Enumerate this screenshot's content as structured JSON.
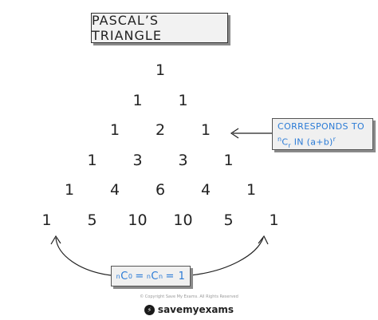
{
  "title": "PASCAL’S  TRIANGLE",
  "rows": [
    [
      "1"
    ],
    [
      "1",
      "1"
    ],
    [
      "1",
      "2",
      "1"
    ],
    [
      "1",
      "3",
      "3",
      "1"
    ],
    [
      "1",
      "4",
      "6",
      "4",
      "1"
    ],
    [
      "1",
      "5",
      "10",
      "10",
      "5",
      "1"
    ]
  ],
  "callout": {
    "line1": "CORRESPONDS TO",
    "line2_pre": "C",
    "line2_sup": "n",
    "line2_sub": "r",
    "line2_post": " IN (a+b)",
    "line2_exp": "r"
  },
  "formula": {
    "a_sup": "n",
    "a_base": "C",
    "a_sub": "0",
    "eq1": "=",
    "b_sup": "n",
    "b_base": "C",
    "b_sub": "n",
    "eq2": "= 1"
  },
  "footer": {
    "copyright": "© Copyright Save My Exams. All Rights Reserved",
    "brand": "savemyexams"
  },
  "colors": {
    "accent": "#2b7bd6",
    "ink": "#222222",
    "box_fill": "#f0f0f0",
    "shadow": "#8a8a8a"
  }
}
